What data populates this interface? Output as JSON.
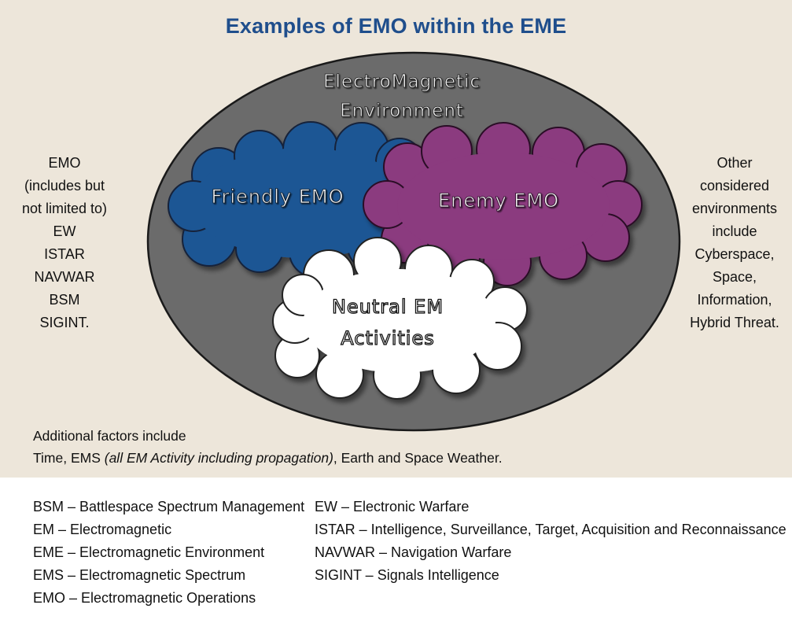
{
  "title": "Examples of EMO within the EME",
  "environment_label": [
    "ElectroMagnetic",
    "Environment"
  ],
  "clouds": {
    "friendly": "Friendly EMO",
    "enemy": "Enemy EMO",
    "neutral": [
      "Neutral EM",
      "Activities"
    ]
  },
  "colors": {
    "ellipse": "#6b6b6b",
    "friendly": "#1f5694",
    "enemy": "#8b3a7f",
    "neutral": "#ffffff",
    "title": "#1f4e8c",
    "background": "#ede6da"
  },
  "left_text": [
    "EMO",
    "(includes but",
    "not limited to)",
    "EW",
    "ISTAR",
    "NAVWAR",
    "BSM",
    "SIGINT."
  ],
  "right_text": [
    "Other",
    "considered",
    "environments",
    "include",
    "Cyberspace,",
    "Space,",
    "Information,",
    "Hybrid Threat."
  ],
  "factors": {
    "line1": "Additional factors include",
    "line2_start": "Time, EMS ",
    "line2_italic": "(all EM Activity including propagation)",
    "line2_end": ", Earth and Space Weather."
  },
  "glossary_left": [
    "BSM – Battlespace Spectrum Management",
    "EM – Electromagnetic",
    "EME – Electromagnetic Environment",
    "EMS – Electromagnetic Spectrum",
    "EMO – Electromagnetic Operations"
  ],
  "glossary_right": [
    "EW – Electronic Warfare",
    "ISTAR – Intelligence, Surveillance, Target, Acquisition and Reconnaissance",
    "NAVWAR – Navigation Warfare",
    "SIGINT – Signals Intelligence"
  ]
}
